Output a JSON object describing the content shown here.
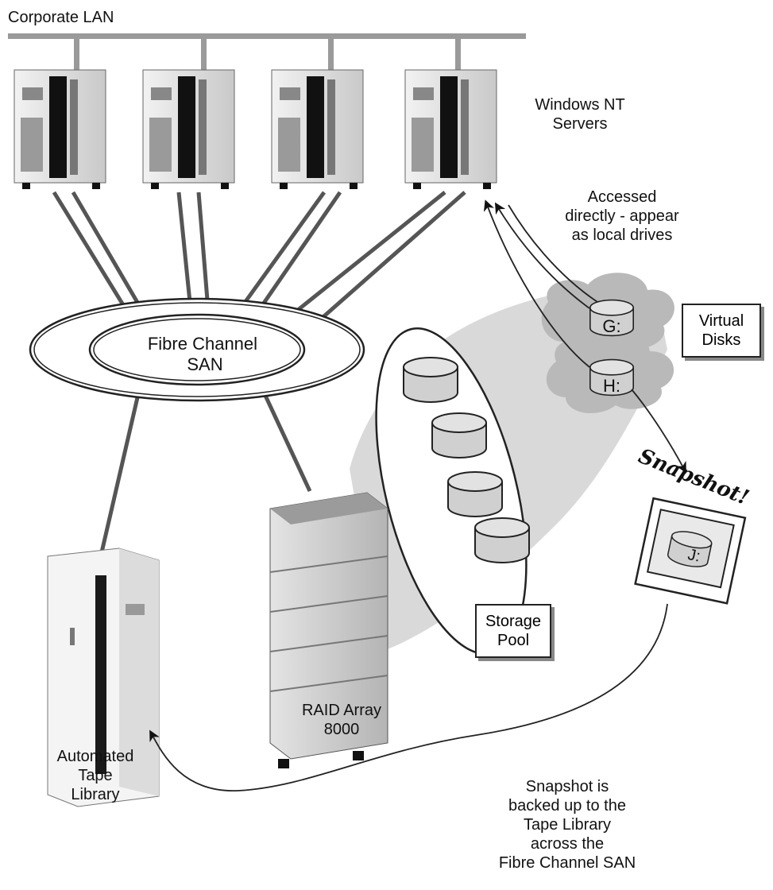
{
  "corporate_lan": "Corporate LAN",
  "servers_label": [
    "Windows NT",
    "Servers"
  ],
  "access_note": [
    "Accessed",
    "directly - appear",
    "as local drives"
  ],
  "virtual_disks_label": [
    "Virtual",
    "Disks"
  ],
  "fibre_channel": [
    "Fibre Channel",
    "SAN"
  ],
  "drives": {
    "g": "G:",
    "h": "H:",
    "j": "J:"
  },
  "snapshot_stamp": "Snapshot!",
  "storage_pool_label": [
    "Storage",
    "Pool"
  ],
  "raid_label": [
    "RAID Array",
    "8000"
  ],
  "tape_label": [
    "Automated",
    "Tape",
    "Library"
  ],
  "backup_note": [
    "Snapshot is",
    "backed up to the",
    "Tape Library",
    "across the",
    "Fibre Channel SAN"
  ]
}
